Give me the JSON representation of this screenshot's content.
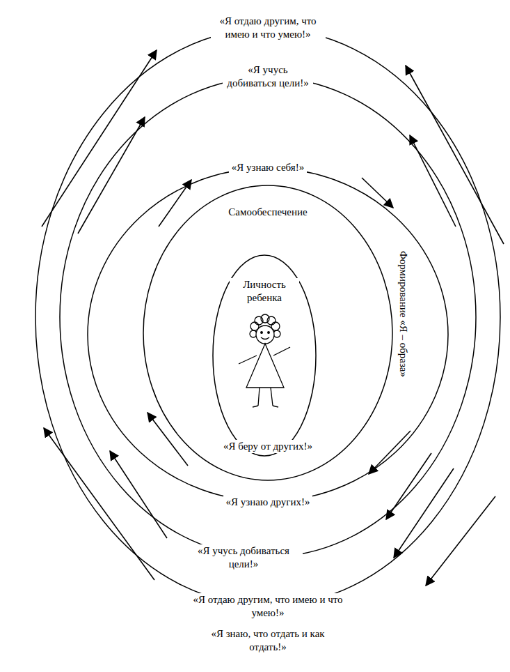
{
  "diagram": {
    "nodes": [
      {
        "text": [
          "«Я отдаю другим, что имею и что умею!»",
          "«Я отдаю другим, что имею и что умею!»"
        ]
      },
      {
        "text": [
          "«Я учусь добиваться цели!»",
          "«Я учусь добиваться цели!»"
        ],
        "in": 0
      },
      {
        "text": [
          "«Я узнаю себя!»",
          "«Я узнаю других!»"
        ],
        "in": 1
      },
      {
        "text": [
          "Самообеспечение",
          "«Я беру от других!»"
        ],
        "in": 2
      },
      {
        "text": [
          "Личность ребенка"
        ],
        "in": 3
      }
    ],
    "labels": [
      "Формирование «Я – образа»",
      "«Я знаю, что отдать и как отдать!»"
    ]
  }
}
